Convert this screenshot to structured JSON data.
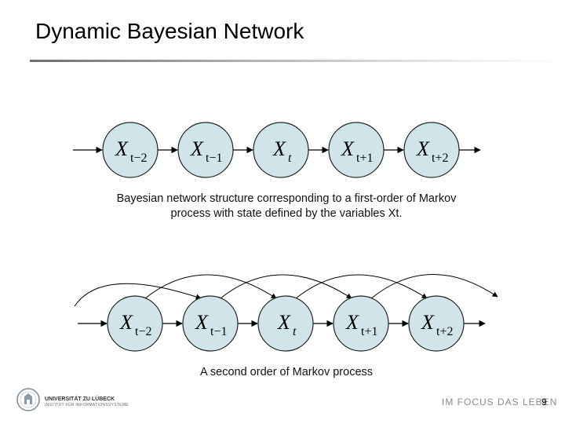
{
  "slide": {
    "title": "Dynamic Bayesian Network",
    "page_number": "9"
  },
  "diagram1": {
    "nodes": [
      {
        "base": "X",
        "sub": "t−2"
      },
      {
        "base": "X",
        "sub": "t−1"
      },
      {
        "base": "X",
        "sub": "t"
      },
      {
        "base": "X",
        "sub": "t+1"
      },
      {
        "base": "X",
        "sub": "t+2"
      }
    ],
    "caption_line1": "Bayesian network structure corresponding to a first-order of Markov",
    "caption_line2": "process with state defined by the variables Xt."
  },
  "diagram2": {
    "nodes": [
      {
        "base": "X",
        "sub": "t−2"
      },
      {
        "base": "X",
        "sub": "t−1"
      },
      {
        "base": "X",
        "sub": "t"
      },
      {
        "base": "X",
        "sub": "t+1"
      },
      {
        "base": "X",
        "sub": "t+2"
      }
    ],
    "caption": "A second order of Markov process"
  },
  "footer": {
    "university": "UNIVERSITÄT ZU LÜBECK",
    "institute": "INSTITUT FÜR INFORMATIONSSYSTEME",
    "slogan": "IM FOCUS DAS LEBEN"
  }
}
